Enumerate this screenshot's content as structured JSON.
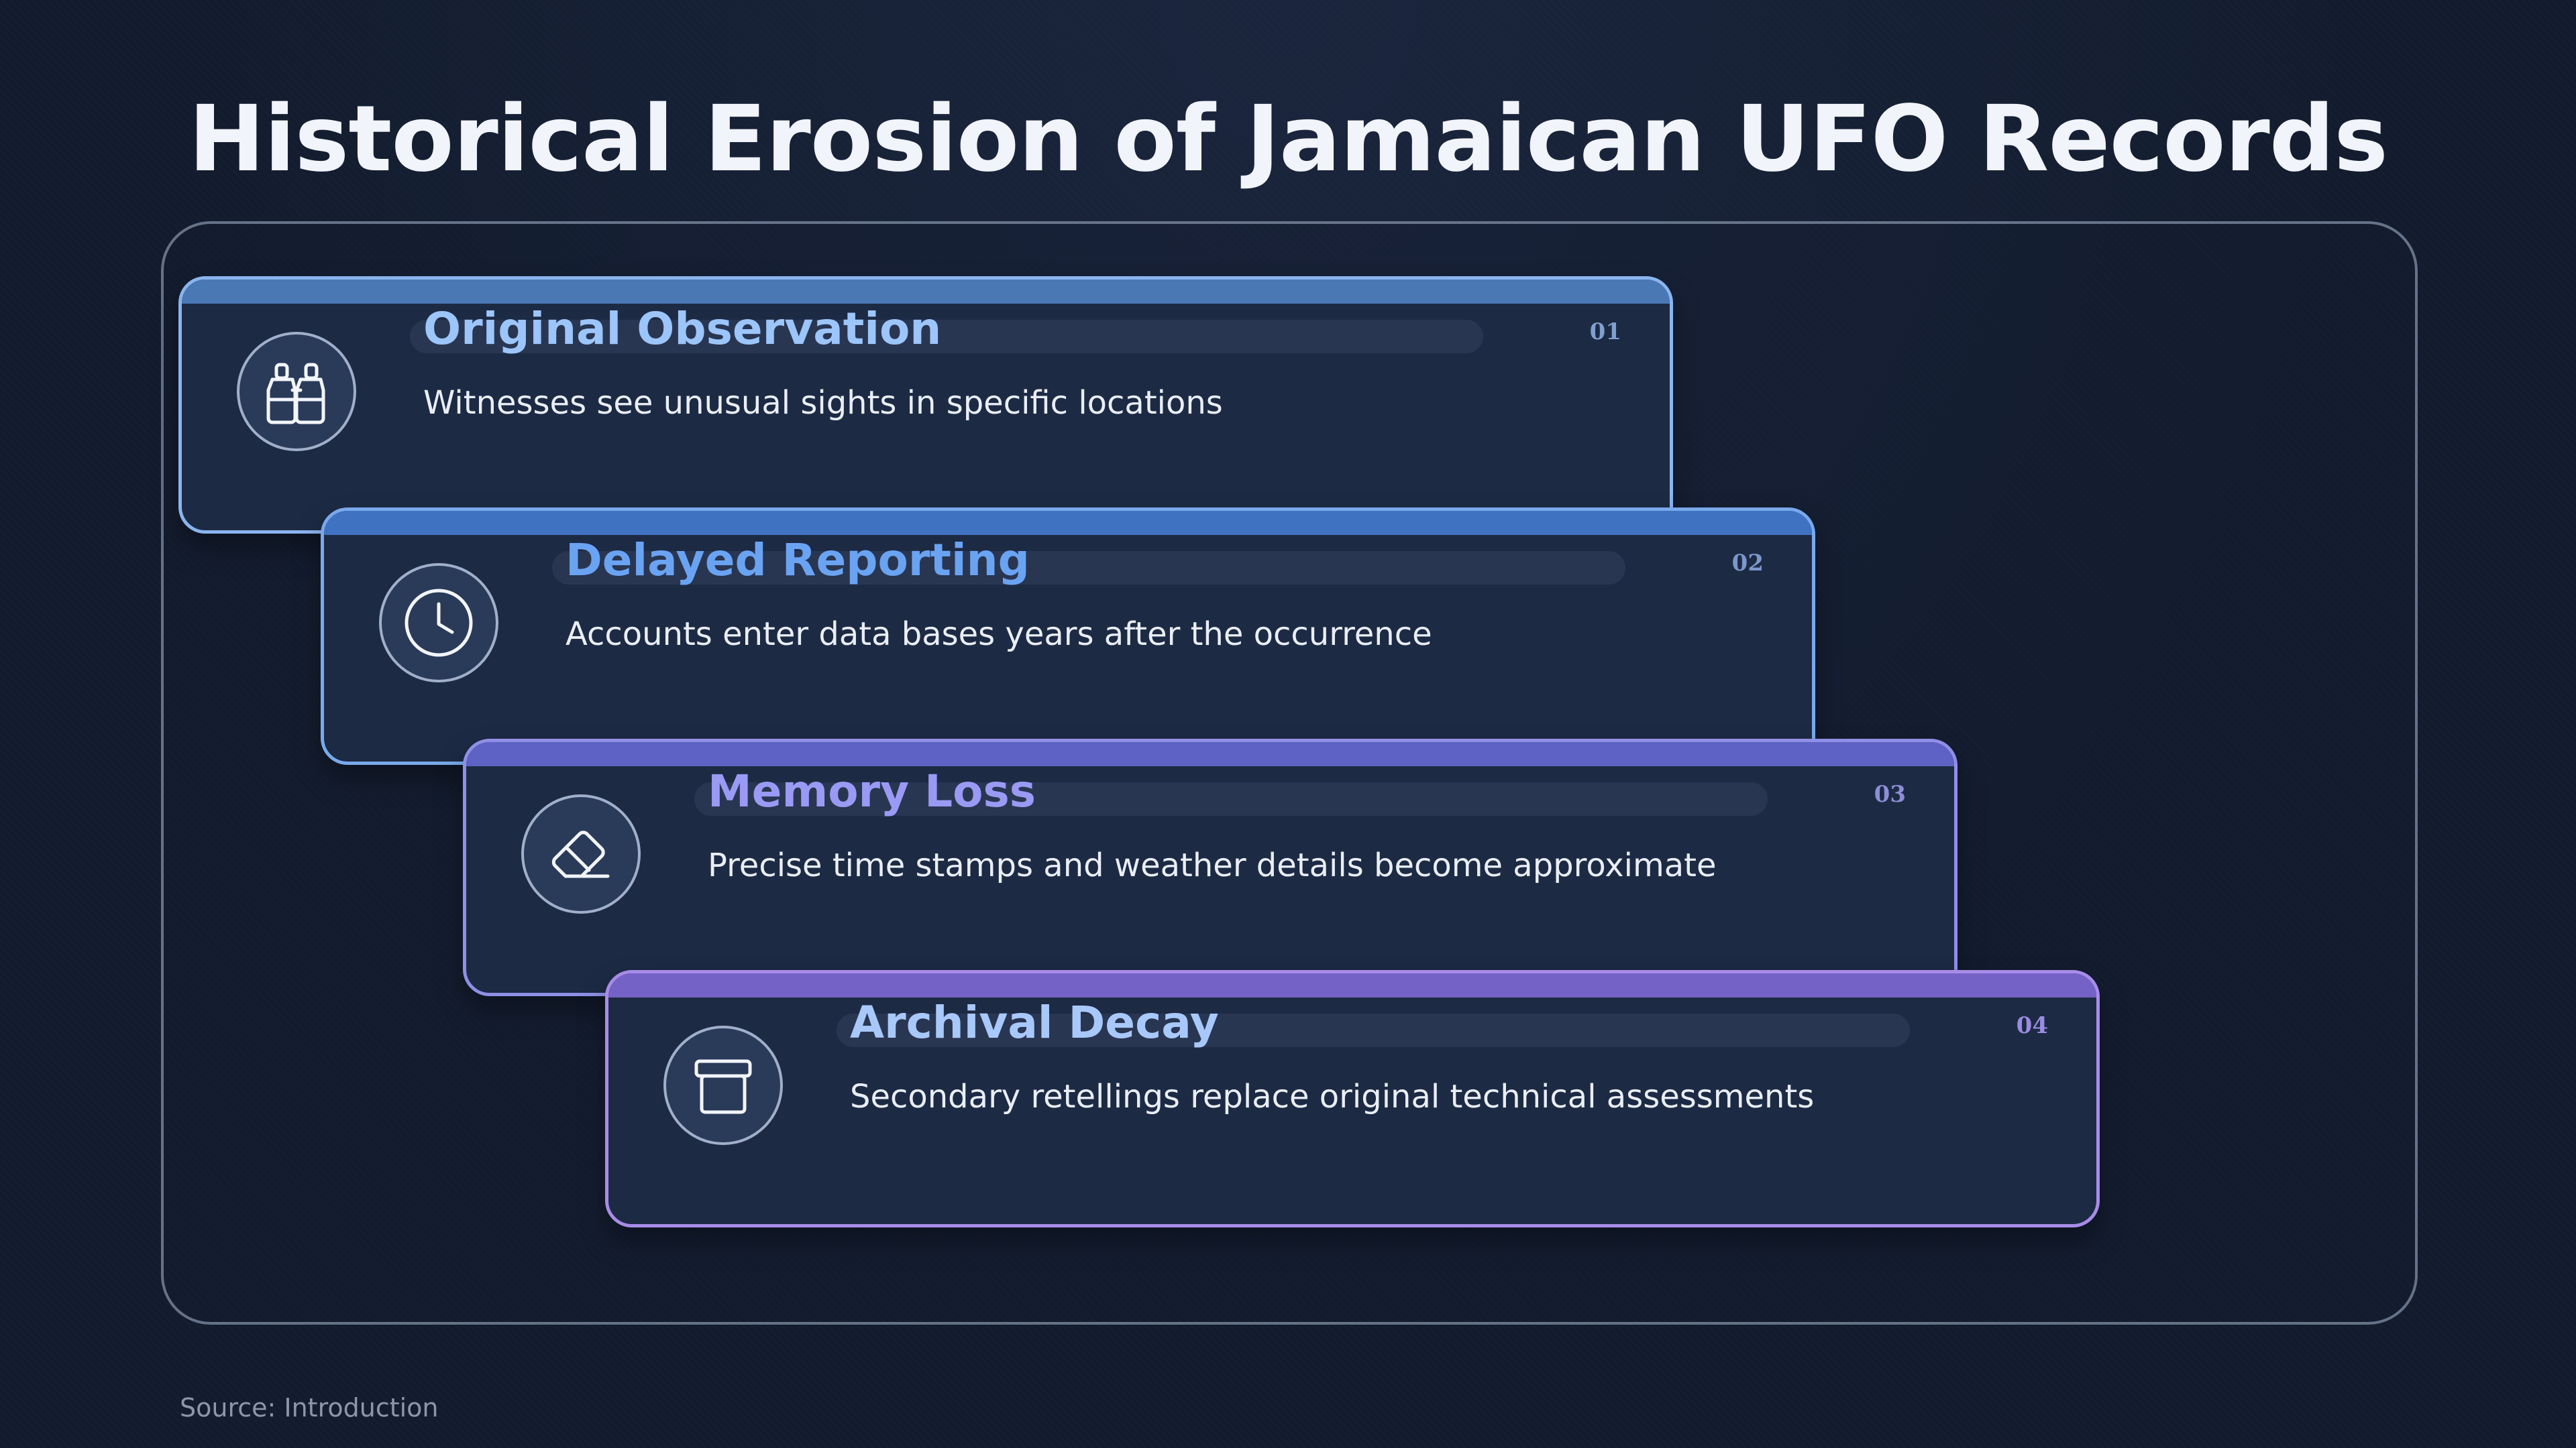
{
  "title": "Historical Erosion of Jamaican UFO Records",
  "steps": [
    {
      "number": "01",
      "title": "Original Observation",
      "description": "Witnesses see unusual sights in specific locations",
      "icon": "binoculars-icon"
    },
    {
      "number": "02",
      "title": "Delayed Reporting",
      "description": "Accounts enter data bases years after the occurrence",
      "icon": "clock-icon"
    },
    {
      "number": "03",
      "title": "Memory Loss",
      "description": "Precise time stamps and weather details become approximate",
      "icon": "eraser-icon"
    },
    {
      "number": "04",
      "title": "Archival Decay",
      "description": "Secondary retellings replace original technical assessments",
      "icon": "archive-box-icon"
    }
  ],
  "source": "Source: Introduction",
  "colors": {
    "background": "#131c2e",
    "card": "#1d2a44",
    "step1": "#8ab4ee",
    "step2": "#79a9eb",
    "step3": "#8f8fe6",
    "step4": "#a88ce8"
  }
}
